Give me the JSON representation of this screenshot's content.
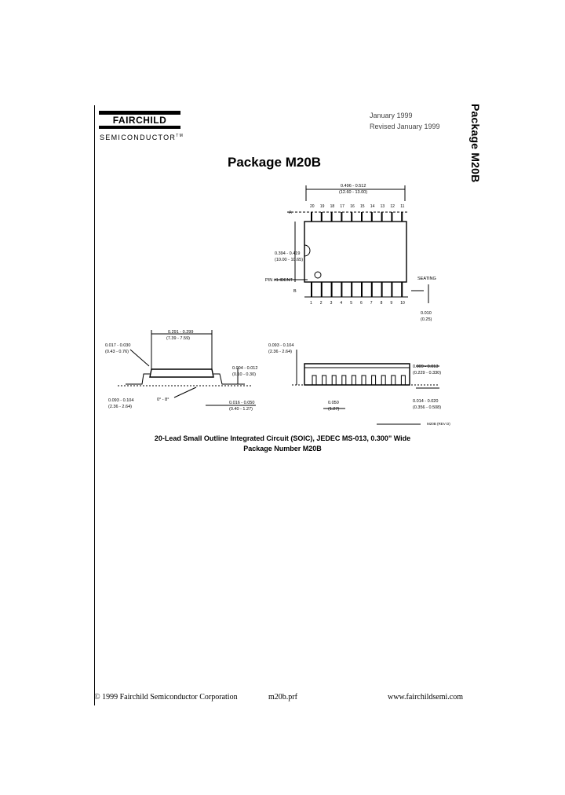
{
  "header": {
    "logo_main": "FAIRCHILD",
    "logo_sub": "SEMICONDUCTOR",
    "logo_tm": "TM",
    "date": "January 1999",
    "revised": "Revised January 1999",
    "side_title": "Package M20B"
  },
  "title": "Package M20B",
  "figure": {
    "top_view": {
      "length_in": "0.496 - 0.512",
      "length_mm": "(12.60 - 13.00)",
      "pin_numbers_top": [
        "20",
        "19",
        "18",
        "17",
        "16",
        "15",
        "14",
        "13",
        "12",
        "11"
      ],
      "pin_numbers_bottom": [
        "1",
        "2",
        "3",
        "4",
        "5",
        "6",
        "7",
        "8",
        "9",
        "10"
      ],
      "width_in": "0.394 - 0.419",
      "width_mm": "(10.00 - 10.65)",
      "pin1_label": "PIN #1 IDENT",
      "ref_a": "A",
      "ref_b": "B",
      "lead_tol_in": "0.010",
      "lead_tol_mm": "(0.25)",
      "seating": "SEATING"
    },
    "side_view": {
      "lead_in": "0.017 - 0.030",
      "lead_mm": "(0.43 - 0.76)",
      "body_width_in": "0.291 - 0.299",
      "body_width_mm": "(7.39 - 7.59)",
      "angle": "0° - 8°",
      "standoff_in": "0.004 - 0.012",
      "standoff_mm": "(0.10 - 0.30)",
      "height_in": "0.093 - 0.104",
      "height_mm": "(2.36 - 2.64)",
      "gauge_in": "0.016 - 0.050",
      "gauge_mm": "(0.40 - 1.27)",
      "pitch_in": "0.050",
      "pitch_mm": "(1.27)",
      "lead_width_in": "0.014 - 0.020",
      "lead_width_mm": "(0.356 - 0.508)",
      "lead_thick_in": "0.009 - 0.013",
      "lead_thick_mm": "(0.229 - 0.330)",
      "drawing_code": "M20B (REV D)"
    }
  },
  "caption_line1": "20-Lead Small Outline Integrated Circuit (SOIC), JEDEC MS-013, 0.300\" Wide",
  "caption_line2": "Package Number M20B",
  "footer": {
    "copyright": "© 1999 Fairchild Semiconductor Corporation",
    "file": "m20b.prf",
    "url": "www.fairchildsemi.com"
  }
}
